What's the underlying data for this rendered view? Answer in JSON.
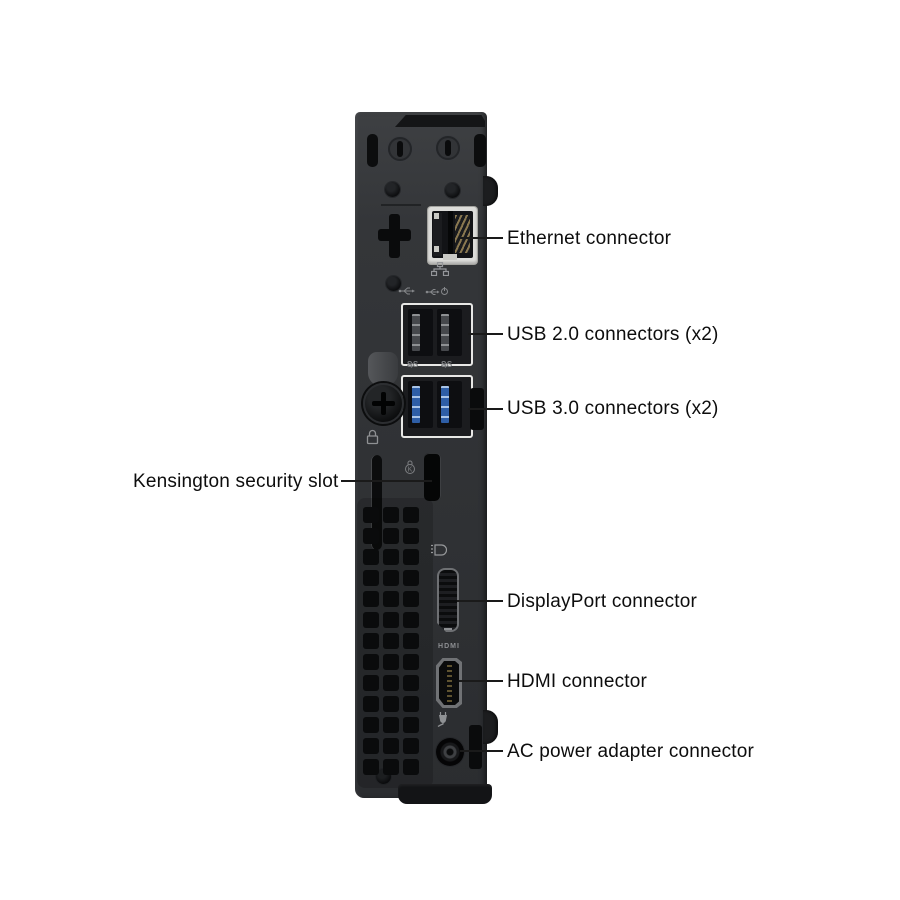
{
  "figure": {
    "description": "Rear panel of a micro form factor desktop PC with connector callouts"
  },
  "callouts": {
    "ethernet": {
      "label": "Ethernet connector"
    },
    "usb2": {
      "label": "USB 2.0 connectors (x2)"
    },
    "usb3": {
      "label": "USB 3.0 connectors (x2)"
    },
    "kensington": {
      "label": "Kensington security slot"
    },
    "displayport": {
      "label": "DisplayPort connector"
    },
    "hdmi": {
      "label": "HDMI connector"
    },
    "power": {
      "label": "AC power adapter connector"
    }
  },
  "markings": {
    "hdmi_molded_text": "HDMI",
    "superspeed": "SS",
    "kensington_letter": "K"
  },
  "colors": {
    "background": "#ffffff",
    "chassis": "#303235",
    "port_hole": "#0a0b0c",
    "bezel_white": "#e8e8e6",
    "usb3_blue": "#2e5ea6",
    "pin_gold": "#8a7850",
    "icon_gray": "#8f9194",
    "label_text": "#0d0d0d",
    "leader_line": "#1a1a1a"
  },
  "vents": {
    "columns": 3,
    "rows": 13
  }
}
